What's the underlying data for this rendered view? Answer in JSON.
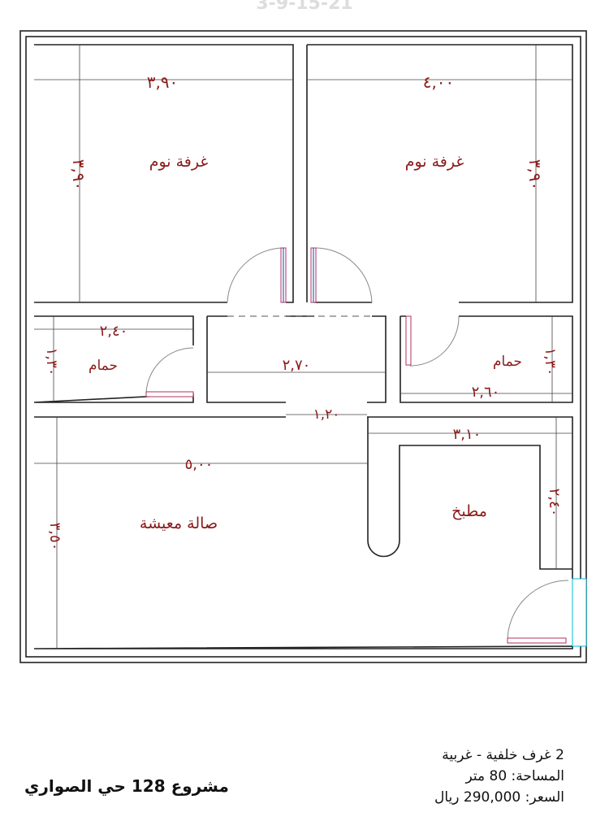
{
  "watermark": "3-9-15-21",
  "rooms": {
    "bedroom_1": "غرفة نوم",
    "bedroom_2": "غرفة نوم",
    "bathroom_1": "حمام",
    "bathroom_2": "حمام",
    "living": "صالة معيشة",
    "kitchen": "مطبخ"
  },
  "dimensions": {
    "bedroom_1_width": "٣,٩٠",
    "bedroom_1_length": "٣,٩٠",
    "bedroom_2_width": "٤,٠٠",
    "bedroom_2_length": "٣,٩٠",
    "bathroom_1_width": "٢,٤٠",
    "bathroom_1_length": "١,٣٠",
    "corridor_width": "٢,٧٠",
    "bathroom_2_width": "٢,٦٠",
    "bathroom_2_length": "١,٣٠",
    "opening": "١,٢٠",
    "kitchen_width": "٣,١٠",
    "kitchen_length": "٢,٤٠",
    "living_width": "٥,٠٠",
    "living_length": "٣,٥٠"
  },
  "info": {
    "project": "مشروع 128 حي الصواري",
    "rooms_line": "2 غرف خلفية - غربية",
    "area": "المساحة: 80 متر",
    "price": "السعر: 290,000 ريال"
  },
  "colors": {
    "label": "#8b1a1a",
    "door": "#b03060",
    "accent": "#00bcd4"
  }
}
